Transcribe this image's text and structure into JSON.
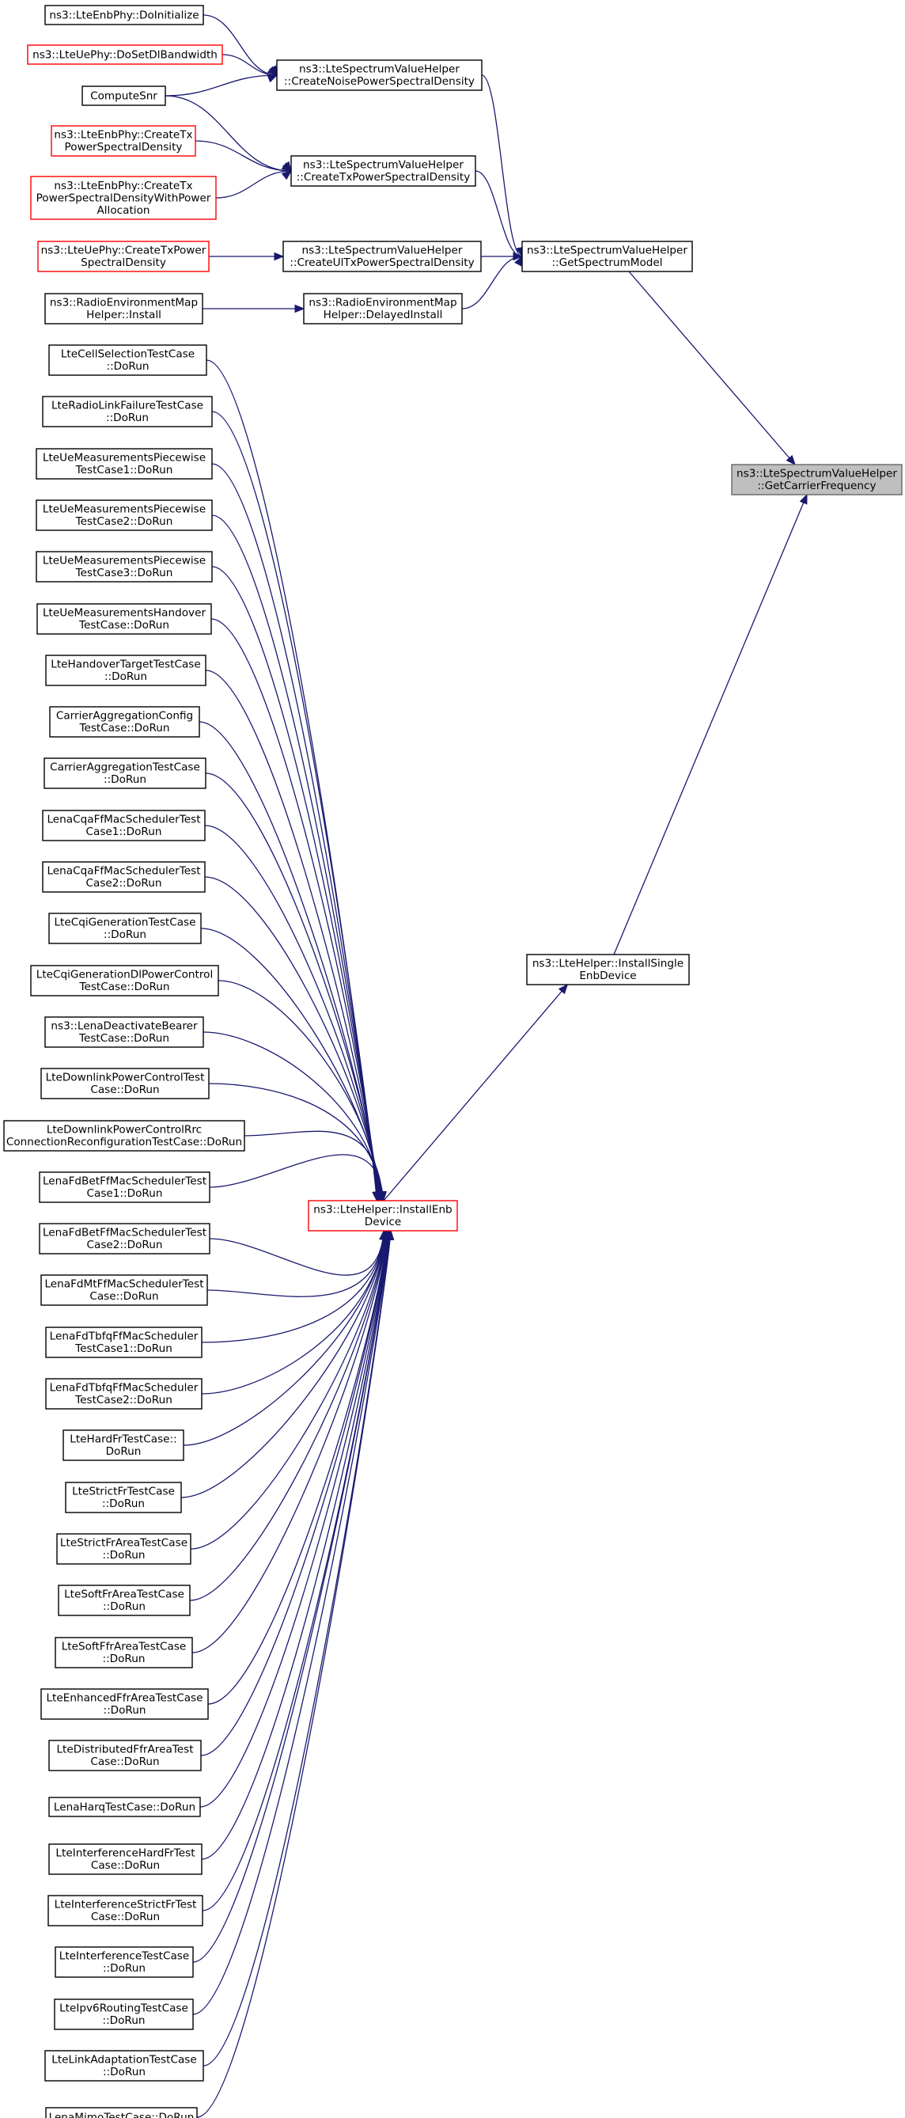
{
  "graph": {
    "target": "get-carrier-frequency",
    "colors": {
      "edge": "#191970",
      "caller_border": "#000000",
      "external_border": "#ff0000",
      "target_fill": "#bfbfbf",
      "target_border": "#666666"
    },
    "nodes": [
      {
        "id": "get-carrier-frequency",
        "lines": [
          "ns3::LteSpectrumValueHelper",
          "::GetCarrierFrequency"
        ],
        "style": "target"
      },
      {
        "id": "get-spectrum-model",
        "lines": [
          "ns3::LteSpectrumValueHelper",
          "::GetSpectrumModel"
        ],
        "style": "normal"
      },
      {
        "id": "install-single-enb-device",
        "lines": [
          "ns3::LteHelper::InstallSingle",
          "EnbDevice"
        ],
        "style": "normal"
      },
      {
        "id": "create-noise-psd",
        "lines": [
          "ns3::LteSpectrumValueHelper",
          "::CreateNoisePowerSpectralDensity"
        ],
        "style": "normal"
      },
      {
        "id": "create-tx-psd",
        "lines": [
          "ns3::LteSpectrumValueHelper",
          "::CreateTxPowerSpectralDensity"
        ],
        "style": "normal"
      },
      {
        "id": "create-ul-tx-psd",
        "lines": [
          "ns3::LteSpectrumValueHelper",
          "::CreateUlTxPowerSpectralDensity"
        ],
        "style": "normal"
      },
      {
        "id": "rem-delayed-install",
        "lines": [
          "ns3::RadioEnvironmentMap",
          "Helper::DelayedInstall"
        ],
        "style": "normal"
      },
      {
        "id": "enb-phy-do-initialize",
        "lines": [
          "ns3::LteEnbPhy::DoInitialize"
        ],
        "style": "normal"
      },
      {
        "id": "ue-phy-do-set-dl-bandwidth",
        "lines": [
          "ns3::LteUePhy::DoSetDlBandwidth"
        ],
        "style": "external"
      },
      {
        "id": "compute-snr",
        "lines": [
          "ComputeSnr"
        ],
        "style": "normal"
      },
      {
        "id": "enb-phy-create-tx-psd",
        "lines": [
          "ns3::LteEnbPhy::CreateTx",
          "PowerSpectralDensity"
        ],
        "style": "external"
      },
      {
        "id": "enb-phy-create-tx-psd-power-alloc",
        "lines": [
          "ns3::LteEnbPhy::CreateTx",
          "PowerSpectralDensityWithPower",
          "Allocation"
        ],
        "style": "external"
      },
      {
        "id": "ue-phy-create-tx-psd",
        "lines": [
          "ns3::LteUePhy::CreateTxPower",
          "SpectralDensity"
        ],
        "style": "external"
      },
      {
        "id": "rem-helper-install",
        "lines": [
          "ns3::RadioEnvironmentMap",
          "Helper::Install"
        ],
        "style": "normal"
      },
      {
        "id": "install-enb-device",
        "lines": [
          "ns3::LteHelper::InstallEnb",
          "Device"
        ],
        "style": "external"
      },
      {
        "id": "tc-cell-selection",
        "lines": [
          "LteCellSelectionTestCase",
          "::DoRun"
        ],
        "style": "normal"
      },
      {
        "id": "tc-radio-link-failure",
        "lines": [
          "LteRadioLinkFailureTestCase",
          "::DoRun"
        ],
        "style": "normal"
      },
      {
        "id": "tc-ue-meas-piecewise-1",
        "lines": [
          "LteUeMeasurementsPiecewise",
          "TestCase1::DoRun"
        ],
        "style": "normal"
      },
      {
        "id": "tc-ue-meas-piecewise-2",
        "lines": [
          "LteUeMeasurementsPiecewise",
          "TestCase2::DoRun"
        ],
        "style": "normal"
      },
      {
        "id": "tc-ue-meas-piecewise-3",
        "lines": [
          "LteUeMeasurementsPiecewise",
          "TestCase3::DoRun"
        ],
        "style": "normal"
      },
      {
        "id": "tc-ue-meas-handover",
        "lines": [
          "LteUeMeasurementsHandover",
          "TestCase::DoRun"
        ],
        "style": "normal"
      },
      {
        "id": "tc-handover-target",
        "lines": [
          "LteHandoverTargetTestCase",
          "::DoRun"
        ],
        "style": "normal"
      },
      {
        "id": "tc-carrier-aggregation-config",
        "lines": [
          "CarrierAggregationConfig",
          "TestCase::DoRun"
        ],
        "style": "normal"
      },
      {
        "id": "tc-carrier-aggregation",
        "lines": [
          "CarrierAggregationTestCase",
          "::DoRun"
        ],
        "style": "normal"
      },
      {
        "id": "tc-cqa-ff-mac-1",
        "lines": [
          "LenaCqaFfMacSchedulerTest",
          "Case1::DoRun"
        ],
        "style": "normal"
      },
      {
        "id": "tc-cqa-ff-mac-2",
        "lines": [
          "LenaCqaFfMacSchedulerTest",
          "Case2::DoRun"
        ],
        "style": "normal"
      },
      {
        "id": "tc-cqi-generation",
        "lines": [
          "LteCqiGenerationTestCase",
          "::DoRun"
        ],
        "style": "normal"
      },
      {
        "id": "tc-cqi-generation-dl-power",
        "lines": [
          "LteCqiGenerationDlPowerControl",
          "TestCase::DoRun"
        ],
        "style": "normal"
      },
      {
        "id": "tc-lena-deactivate-bearer",
        "lines": [
          "ns3::LenaDeactivateBearer",
          "TestCase::DoRun"
        ],
        "style": "normal"
      },
      {
        "id": "tc-downlink-power-control",
        "lines": [
          "LteDownlinkPowerControlTest",
          "Case::DoRun"
        ],
        "style": "normal"
      },
      {
        "id": "tc-downlink-power-control-rrc",
        "lines": [
          "LteDownlinkPowerControlRrc",
          "ConnectionReconfigurationTestCase::DoRun"
        ],
        "style": "normal"
      },
      {
        "id": "tc-fd-bet-ff-mac-1",
        "lines": [
          "LenaFdBetFfMacSchedulerTest",
          "Case1::DoRun"
        ],
        "style": "normal"
      },
      {
        "id": "tc-fd-bet-ff-mac-2",
        "lines": [
          "LenaFdBetFfMacSchedulerTest",
          "Case2::DoRun"
        ],
        "style": "normal"
      },
      {
        "id": "tc-fd-mt-ff-mac",
        "lines": [
          "LenaFdMtFfMacSchedulerTest",
          "Case::DoRun"
        ],
        "style": "normal"
      },
      {
        "id": "tc-fd-tbfq-ff-mac-1",
        "lines": [
          "LenaFdTbfqFfMacScheduler",
          "TestCase1::DoRun"
        ],
        "style": "normal"
      },
      {
        "id": "tc-fd-tbfq-ff-mac-2",
        "lines": [
          "LenaFdTbfqFfMacScheduler",
          "TestCase2::DoRun"
        ],
        "style": "normal"
      },
      {
        "id": "tc-hard-fr",
        "lines": [
          "LteHardFrTestCase::",
          "DoRun"
        ],
        "style": "normal"
      },
      {
        "id": "tc-strict-fr",
        "lines": [
          "LteStrictFrTestCase",
          "::DoRun"
        ],
        "style": "normal"
      },
      {
        "id": "tc-strict-fr-area",
        "lines": [
          "LteStrictFrAreaTestCase",
          "::DoRun"
        ],
        "style": "normal"
      },
      {
        "id": "tc-soft-fr-area",
        "lines": [
          "LteSoftFrAreaTestCase",
          "::DoRun"
        ],
        "style": "normal"
      },
      {
        "id": "tc-soft-ffr-area",
        "lines": [
          "LteSoftFfrAreaTestCase",
          "::DoRun"
        ],
        "style": "normal"
      },
      {
        "id": "tc-enhanced-ffr-area",
        "lines": [
          "LteEnhancedFfrAreaTestCase",
          "::DoRun"
        ],
        "style": "normal"
      },
      {
        "id": "tc-distributed-ffr-area",
        "lines": [
          "LteDistributedFfrAreaTest",
          "Case::DoRun"
        ],
        "style": "normal"
      },
      {
        "id": "tc-lena-harq",
        "lines": [
          "LenaHarqTestCase::DoRun"
        ],
        "style": "normal"
      },
      {
        "id": "tc-interference-hard-fr",
        "lines": [
          "LteInterferenceHardFrTest",
          "Case::DoRun"
        ],
        "style": "normal"
      },
      {
        "id": "tc-interference-strict-fr",
        "lines": [
          "LteInterferenceStrictFrTest",
          "Case::DoRun"
        ],
        "style": "normal"
      },
      {
        "id": "tc-interference",
        "lines": [
          "LteInterferenceTestCase",
          "::DoRun"
        ],
        "style": "normal"
      },
      {
        "id": "tc-ipv6-routing",
        "lines": [
          "LteIpv6RoutingTestCase",
          "::DoRun"
        ],
        "style": "normal"
      },
      {
        "id": "tc-link-adaptation",
        "lines": [
          "LteLinkAdaptationTestCase",
          "::DoRun"
        ],
        "style": "normal"
      },
      {
        "id": "tc-lena-mimo",
        "lines": [
          "LenaMimoTestCase::DoRun"
        ],
        "style": "normal"
      }
    ],
    "edges": [
      [
        "get-spectrum-model",
        "get-carrier-frequency"
      ],
      [
        "install-single-enb-device",
        "get-carrier-frequency"
      ],
      [
        "create-noise-psd",
        "get-spectrum-model"
      ],
      [
        "create-tx-psd",
        "get-spectrum-model"
      ],
      [
        "create-ul-tx-psd",
        "get-spectrum-model"
      ],
      [
        "rem-delayed-install",
        "get-spectrum-model"
      ],
      [
        "enb-phy-do-initialize",
        "create-noise-psd"
      ],
      [
        "ue-phy-do-set-dl-bandwidth",
        "create-noise-psd"
      ],
      [
        "compute-snr",
        "create-noise-psd"
      ],
      [
        "compute-snr",
        "create-tx-psd"
      ],
      [
        "enb-phy-create-tx-psd",
        "create-tx-psd"
      ],
      [
        "enb-phy-create-tx-psd-power-alloc",
        "create-tx-psd"
      ],
      [
        "ue-phy-create-tx-psd",
        "create-ul-tx-psd"
      ],
      [
        "rem-helper-install",
        "rem-delayed-install"
      ],
      [
        "install-enb-device",
        "install-single-enb-device"
      ],
      [
        "tc-cell-selection",
        "install-enb-device"
      ],
      [
        "tc-radio-link-failure",
        "install-enb-device"
      ],
      [
        "tc-ue-meas-piecewise-1",
        "install-enb-device"
      ],
      [
        "tc-ue-meas-piecewise-2",
        "install-enb-device"
      ],
      [
        "tc-ue-meas-piecewise-3",
        "install-enb-device"
      ],
      [
        "tc-ue-meas-handover",
        "install-enb-device"
      ],
      [
        "tc-handover-target",
        "install-enb-device"
      ],
      [
        "tc-carrier-aggregation-config",
        "install-enb-device"
      ],
      [
        "tc-carrier-aggregation",
        "install-enb-device"
      ],
      [
        "tc-cqa-ff-mac-1",
        "install-enb-device"
      ],
      [
        "tc-cqa-ff-mac-2",
        "install-enb-device"
      ],
      [
        "tc-cqi-generation",
        "install-enb-device"
      ],
      [
        "tc-cqi-generation-dl-power",
        "install-enb-device"
      ],
      [
        "tc-lena-deactivate-bearer",
        "install-enb-device"
      ],
      [
        "tc-downlink-power-control",
        "install-enb-device"
      ],
      [
        "tc-downlink-power-control-rrc",
        "install-enb-device"
      ],
      [
        "tc-fd-bet-ff-mac-1",
        "install-enb-device"
      ],
      [
        "tc-fd-bet-ff-mac-2",
        "install-enb-device"
      ],
      [
        "tc-fd-mt-ff-mac",
        "install-enb-device"
      ],
      [
        "tc-fd-tbfq-ff-mac-1",
        "install-enb-device"
      ],
      [
        "tc-fd-tbfq-ff-mac-2",
        "install-enb-device"
      ],
      [
        "tc-hard-fr",
        "install-enb-device"
      ],
      [
        "tc-strict-fr",
        "install-enb-device"
      ],
      [
        "tc-strict-fr-area",
        "install-enb-device"
      ],
      [
        "tc-soft-fr-area",
        "install-enb-device"
      ],
      [
        "tc-soft-ffr-area",
        "install-enb-device"
      ],
      [
        "tc-enhanced-ffr-area",
        "install-enb-device"
      ],
      [
        "tc-distributed-ffr-area",
        "install-enb-device"
      ],
      [
        "tc-lena-harq",
        "install-enb-device"
      ],
      [
        "tc-interference-hard-fr",
        "install-enb-device"
      ],
      [
        "tc-interference-strict-fr",
        "install-enb-device"
      ],
      [
        "tc-interference",
        "install-enb-device"
      ],
      [
        "tc-ipv6-routing",
        "install-enb-device"
      ],
      [
        "tc-link-adaptation",
        "install-enb-device"
      ],
      [
        "tc-lena-mimo",
        "install-enb-device"
      ]
    ]
  }
}
